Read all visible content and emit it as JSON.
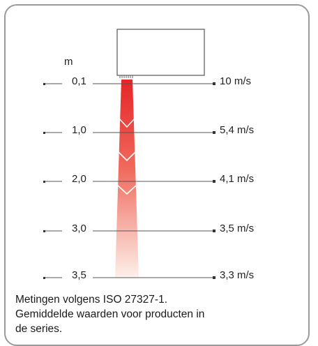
{
  "diagram": {
    "distance_unit": "m",
    "rows": [
      {
        "distance": "0,1",
        "velocity": "10  m/s"
      },
      {
        "distance": "1,0",
        "velocity": "5,4 m/s"
      },
      {
        "distance": "2,0",
        "velocity": "4,1 m/s"
      },
      {
        "distance": "3,0",
        "velocity": "3,5 m/s"
      },
      {
        "distance": "3,5",
        "velocity": "3,3 m/s"
      }
    ],
    "colors": {
      "jet_top": "#e52528",
      "jet_bottom": "#fdf0ea",
      "line": "#555555",
      "frame": "#9a9a9a"
    }
  },
  "caption": {
    "line1": "Metingen volgens ISO 27327-1.",
    "line2": "Gemiddelde waarden voor producten in",
    "line3": "de series."
  }
}
